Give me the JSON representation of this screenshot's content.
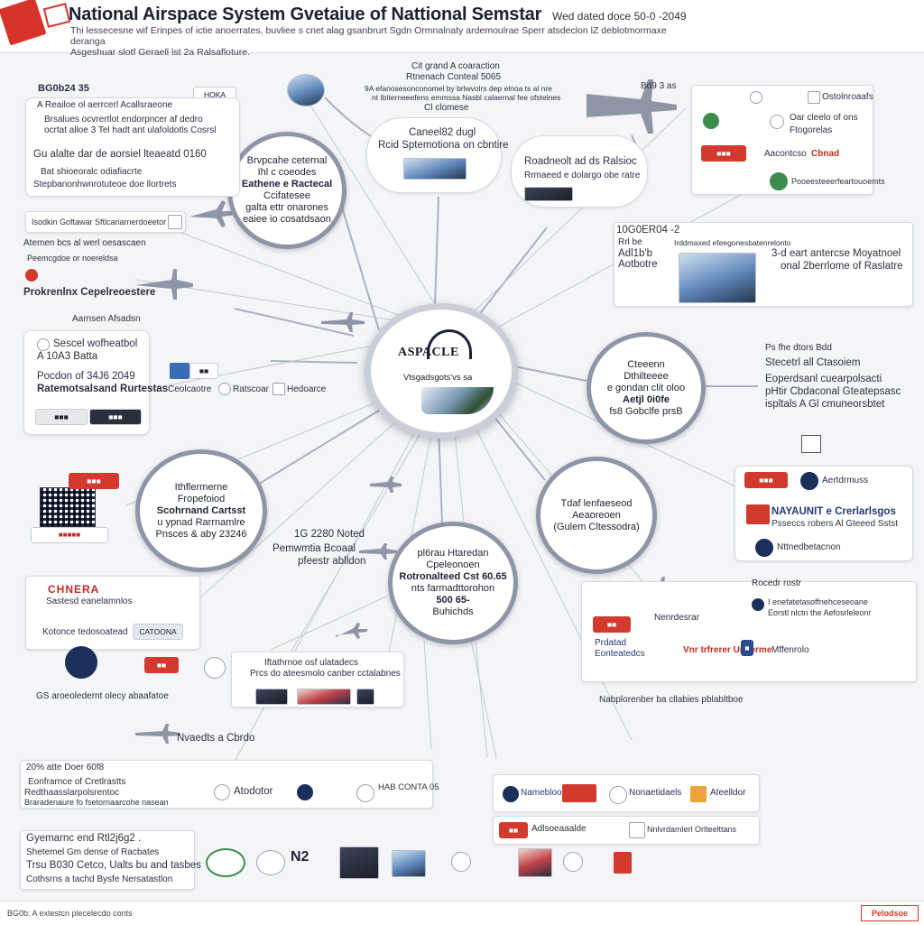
{
  "header": {
    "title": "National Airspace System Gvetaiue of Nattional Semstar",
    "date": "Wed dated doce 50-0 -2049",
    "subtitle_lines": [
      "Thi lessecesne wif Erinpes of ictie anoerrates, buvliee s cnet alag gsanbrurt Sgdn Ormnalnaty ardemoulrae Sperr atsdeclon lZ deblotmormaxe deranga",
      "Asgeshuar slotf Geraell lst 2a Ralsafloture."
    ]
  },
  "hub": {
    "logo": "ASPACLE",
    "subtitle": "Vtsgadsgots'vs sa"
  },
  "nodes": {
    "n1": [
      "Brvpcahe ceternal",
      "Ihl c coeodes",
      "Eathene e Ractecal",
      "Ccifatesee",
      "galta ettr onarones",
      "eaiee io cosatdsaon"
    ],
    "n2": [
      "Caneel82 dugl",
      "Rcid Sptemotiona on cbntire"
    ],
    "n3": [
      "Cteeenn",
      "Dthilteeee",
      "e gondan clit oloo",
      "Aetjl 0i0fe",
      "fs8 Gobclfe prsB"
    ],
    "n4": [
      "Tdaf lenfaeseod",
      "Aeaoreoen",
      "(Gulem Cltessodra)"
    ],
    "n5": [
      "pl6rau Htaredan",
      "Cpeleonoen",
      "Rotronalteed Cst 60.65",
      "nts farmadttorohon",
      "500 65-",
      "Buhichds"
    ],
    "n6": [
      "Ithflermerne",
      "Fropefoiod",
      "Scohrnand Cartsst",
      "u ypnad Rarrnamlre",
      "Pnsces & aby 23246"
    ]
  },
  "top_center": {
    "lines": [
      "Cit grand A coaraction",
      "Rtnenach Conteal 5065",
      "9A efanosesonconomel by brlwvolrs dep elnoa ts al nre",
      "nt Ibiterneeefens emmssa Nasbl calaernal fee ofstelnes",
      "Cl clomese"
    ]
  },
  "left_panel_1": {
    "heading": "BG0b24 35",
    "lines": [
      "A Reailoe ol aerrcerl Acallsraeone",
      "Brsalues ocvrertlot endorpncer af dedro",
      "ocrtat alloe 3 Tel hadt ant ulafoldotls Cosrsl",
      "Gu alalte dar de aorsiel lteaeatd 0160",
      "Bat shioeoralc odiafiacrte",
      "Stepbanonhwnrotuteoe doe llortrets"
    ]
  },
  "left_misc": {
    "row1": "Isodkin Goftawar Sftlcanarnerdoeetor",
    "row2": "Atemen bcs al werl oesascaen",
    "row3": "Peemcgdoe or noereldsa",
    "row4": "Prokrenlnx Cepelreoestere",
    "row5": "Aarnsen Afsadsn"
  },
  "left_panel_2": {
    "lines": [
      "Sescel wofheatbol",
      "A 10A3 Batta",
      "Pocdon of 34J6 2049",
      "Ratemotsalsand Rurtestas"
    ]
  },
  "left_tags": [
    "Ceolcaotre",
    "Ratscoar",
    "Hedoarce"
  ],
  "mid_left": {
    "lines": [
      "1G 2280 Noted",
      "Pemwmtia Bcoaal",
      "pfeestr ablldon"
    ]
  },
  "bottom_left_panel": {
    "lines": [
      "CHNERA",
      "Sastesd eanelamnlos",
      "Kotonce tedosoatead",
      "CATOONA"
    ]
  },
  "bottom_mid_panel": {
    "lines": [
      "Iftathrnoe osf ulatadecs",
      "Prcs do ateesmolo canber cctalabnes",
      "GS aroeoledernt olecy abaafatoe"
    ]
  },
  "lower_left": {
    "lines": [
      "Nvaedts a Cbrdo"
    ]
  },
  "bottom_panel_1": {
    "lines": [
      "20% atte Doer 60f8",
      "Eonfrarnce of Cretlrastts",
      "Redthaasslarpolsrentoc",
      "Braradenaure fo fsetornaarcohe nasean",
      "Atodotor",
      "HAB CONTA 05"
    ]
  },
  "bottom_panel_2": {
    "lines": [
      "Gyemarnc end Rtl2j6g2 .",
      "Shetemel Gm dense of Racbates",
      "Trsu B030 Cetco, Ualts bu and tasbes",
      "Cothsrns a tachd Bysfe Nersatastlon"
    ]
  },
  "right_top": {
    "heading": "Bd9 3 as",
    "lines": [
      "Ostolnroaafs",
      "Oar cleelo of ons",
      "Ftogorelas",
      "Aacontcso",
      "Cbnad",
      "Pooeesteeerfeartouoemts"
    ]
  },
  "right_panel_2": {
    "heading": "10G0ER04 -2",
    "lines": [
      "Rrl be",
      "Adl1b'b",
      "Aotbotre",
      "Irddmaxed efeegonesbatenrelonto",
      "3-d eart antercse Moyatnoel",
      "onal 2berrlome of Raslatre",
      "Roadneolt ad ds Ralsioc",
      "Rrmaeed e dolargo obe ratre"
    ]
  },
  "right_text_1": {
    "lines": [
      "Ps fhe dtors Bdd",
      "Stecetrl all Ctasoiem",
      "Eoperdsanl cuearpolsacti",
      "pHtir Cbdaconal Gteatepsasc",
      "ispltals A Gl cmuneorsbtet"
    ]
  },
  "right_panel_3": {
    "lines": [
      "Aertdrmuss",
      "NAYAUNIT e Crerlarlsgos",
      "Psseccs robers Al Gteeed Sstst",
      "Nttnedbetacnon"
    ]
  },
  "right_panel_4": {
    "lines": [
      "Rocedr rostr",
      "I enefatetasoffnehceseoane",
      "Eorstl nlctn the Aefosrleleonr",
      "Nenrdesrar",
      "Prdatad",
      "Eonteatedcs",
      "Vnr trfrerer Unserme",
      "Mffenrolo",
      "Nabplorenber ba cllabies pblabltboe"
    ]
  },
  "bottom_right_panels": {
    "p1": [
      "Namebloor",
      "Nonaetidaels",
      "Ateelldor"
    ],
    "p2": [
      "Adlsoeaaalde",
      "Nnlvrdamlerl Orlteelttans"
    ]
  },
  "footer": {
    "text": "BG0b: A extestcn plecelecdo conts",
    "logo": "Pelodsoe"
  },
  "colors": {
    "accent_red": "#d8332a",
    "node_border": "#8d95a6",
    "connector": "#9aa3b4",
    "panel_border": "#d6dae2"
  }
}
